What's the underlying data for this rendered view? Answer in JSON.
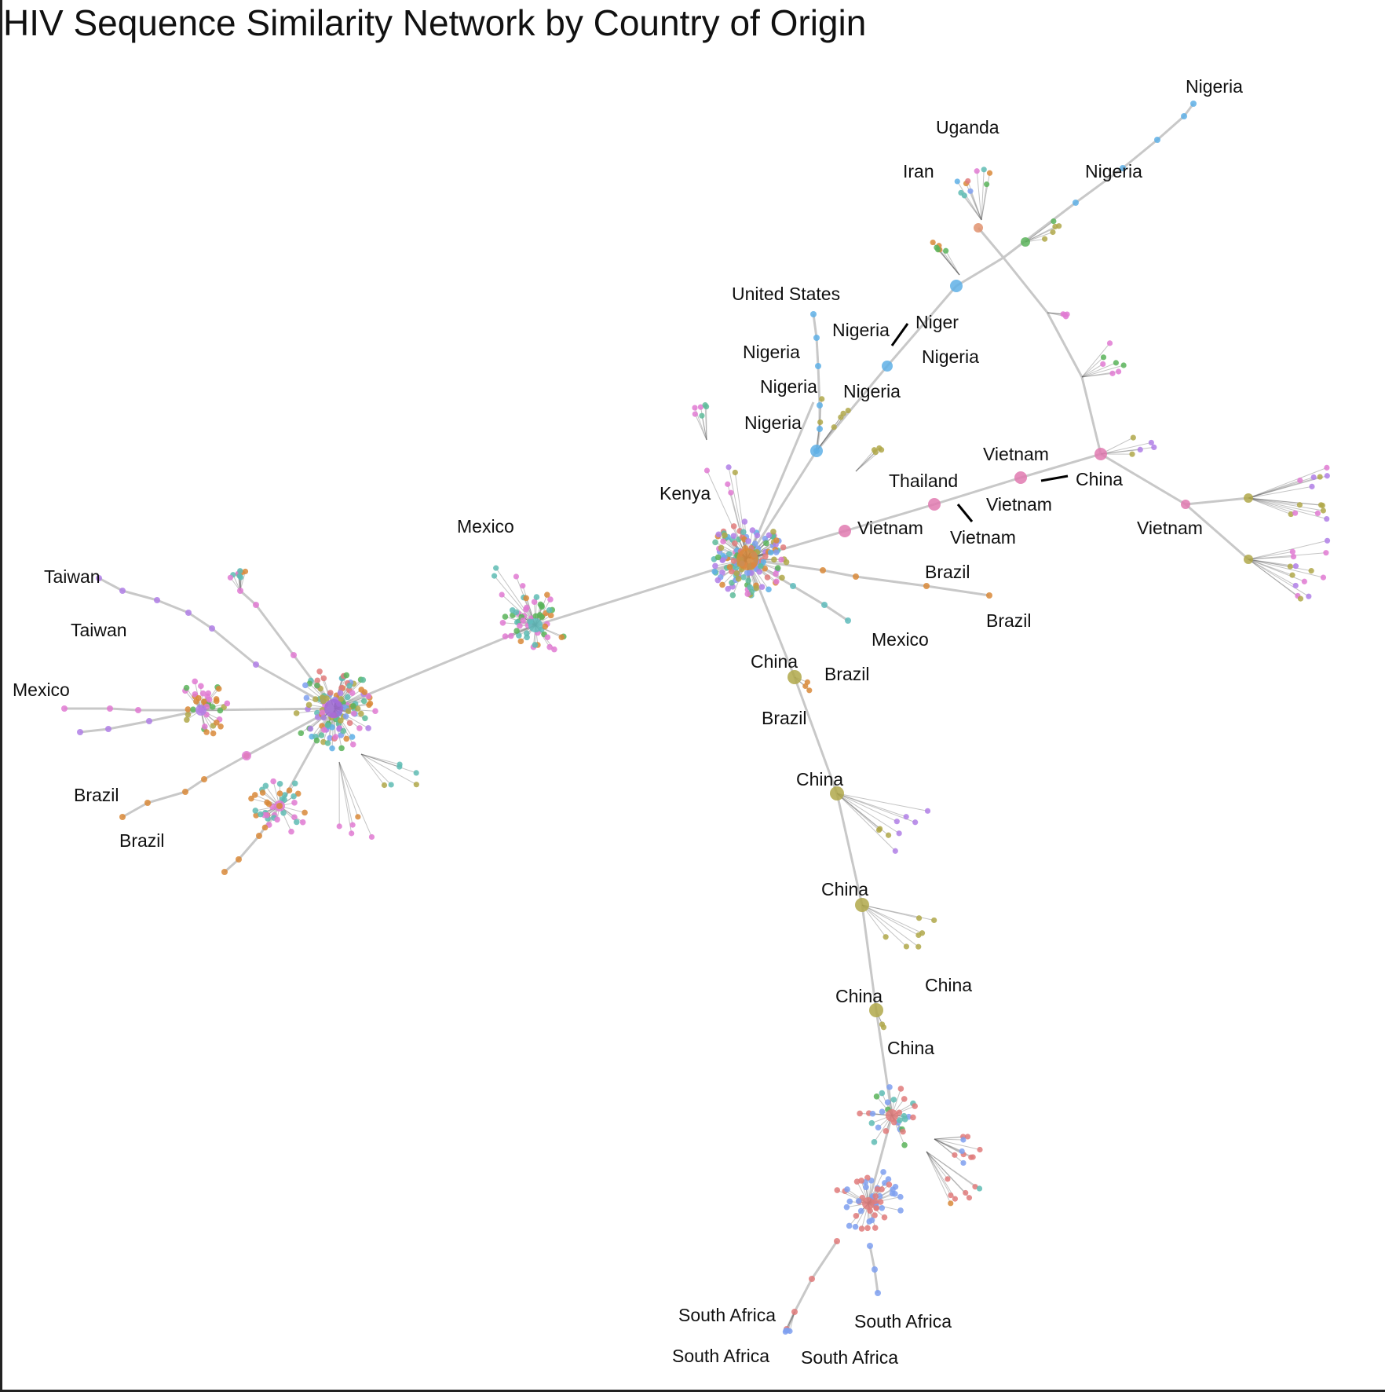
{
  "title": "HIV Sequence Similarity Network by Country of Origin",
  "palette": [
    "#e07b7b",
    "#d9893a",
    "#b0a84a",
    "#5ab45a",
    "#5fbcb4",
    "#5fb0e6",
    "#7fa0f0",
    "#b07fe6",
    "#e07ad2",
    "#5fbc9b"
  ],
  "colors": {
    "edge": "#c8c8c8",
    "spoke": "#555555",
    "highlight_edge": "#000000",
    "China": "#b0a84a",
    "Nigeria": "#5fb0e6",
    "Vietnam": "#e07ab0",
    "Mexico": "#5fbcbc",
    "Brazil": "#d9893a",
    "South Africa": "#e07b7b",
    "hub_kenya": "#d9893a",
    "hub_left": "#a06ad6"
  },
  "labels": [
    {
      "id": "lbl-nigeria-1",
      "text": "Nigeria"
    },
    {
      "id": "lbl-uganda",
      "text": "Uganda"
    },
    {
      "id": "lbl-iran",
      "text": "Iran"
    },
    {
      "id": "lbl-nigeria-2",
      "text": "Nigeria"
    },
    {
      "id": "lbl-united-states",
      "text": "United States"
    },
    {
      "id": "lbl-niger",
      "text": "Niger"
    },
    {
      "id": "lbl-nigeria-3",
      "text": "Nigeria"
    },
    {
      "id": "lbl-nigeria-4",
      "text": "Nigeria"
    },
    {
      "id": "lbl-nigeria-5",
      "text": "Nigeria"
    },
    {
      "id": "lbl-nigeria-6",
      "text": "Nigeria"
    },
    {
      "id": "lbl-nigeria-7",
      "text": "Nigeria"
    },
    {
      "id": "lbl-nigeria-8",
      "text": "Nigeria"
    },
    {
      "id": "lbl-vietnam-1",
      "text": "Vietnam"
    },
    {
      "id": "lbl-thailand",
      "text": "Thailand"
    },
    {
      "id": "lbl-china-1",
      "text": "China"
    },
    {
      "id": "lbl-vietnam-2",
      "text": "Vietnam"
    },
    {
      "id": "lbl-kenya",
      "text": "Kenya"
    },
    {
      "id": "lbl-vietnam-3",
      "text": "Vietnam"
    },
    {
      "id": "lbl-vietnam-4",
      "text": "Vietnam"
    },
    {
      "id": "lbl-vietnam-5",
      "text": "Vietnam"
    },
    {
      "id": "lbl-mexico-1",
      "text": "Mexico"
    },
    {
      "id": "lbl-brazil-1",
      "text": "Brazil"
    },
    {
      "id": "lbl-brazil-2",
      "text": "Brazil"
    },
    {
      "id": "lbl-mexico-2",
      "text": "Mexico"
    },
    {
      "id": "lbl-taiwan-1",
      "text": "Taiwan"
    },
    {
      "id": "lbl-taiwan-2",
      "text": "Taiwan"
    },
    {
      "id": "lbl-mexico-3",
      "text": "Mexico"
    },
    {
      "id": "lbl-china-2",
      "text": "China"
    },
    {
      "id": "lbl-brazil-3",
      "text": "Brazil"
    },
    {
      "id": "lbl-brazil-4",
      "text": "Brazil"
    },
    {
      "id": "lbl-brazil-5",
      "text": "Brazil"
    },
    {
      "id": "lbl-brazil-6",
      "text": "Brazil"
    },
    {
      "id": "lbl-china-3",
      "text": "China"
    },
    {
      "id": "lbl-china-4",
      "text": "China"
    },
    {
      "id": "lbl-china-5",
      "text": "China"
    },
    {
      "id": "lbl-china-6",
      "text": "China"
    },
    {
      "id": "lbl-china-7",
      "text": "China"
    },
    {
      "id": "lbl-south-africa-1",
      "text": "South Africa"
    },
    {
      "id": "lbl-south-africa-2",
      "text": "South Africa"
    },
    {
      "id": "lbl-south-africa-3",
      "text": "South Africa"
    },
    {
      "id": "lbl-south-africa-4",
      "text": "South Africa"
    }
  ]
}
